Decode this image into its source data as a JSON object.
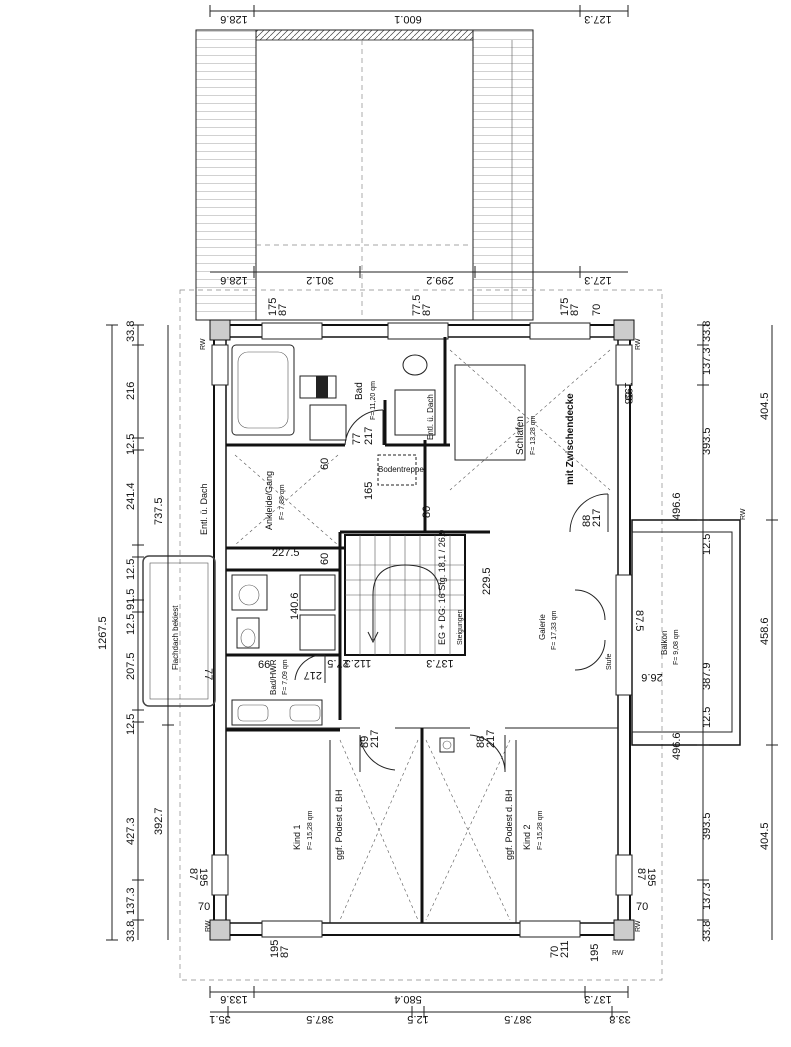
{
  "plan": {
    "rooms": {
      "bad": {
        "name": "Bad",
        "area": "F= 11,20 qm"
      },
      "schlafen": {
        "name": "Schlafen",
        "area": "F= 13,28 qm"
      },
      "ankleide": {
        "name": "Ankleide/Gang",
        "area": "F= 7,88 qm"
      },
      "galerie": {
        "name": "Galerie",
        "area": "F= 17,33 qm"
      },
      "balkon": {
        "name": "Balkon",
        "area": "F= 9,08 qm"
      },
      "badwc": {
        "name": "Bad/HWR",
        "area": "F= 7,09 qm"
      },
      "kind1": {
        "name": "Kind 1",
        "area": "F= 15,28 qm"
      },
      "kind2": {
        "name": "Kind 2",
        "area": "F= 15,28 qm"
      }
    },
    "notes": {
      "zwischendecke": "mit Zwischendecke",
      "entl_dach_bad": "Entl. ü. Dach",
      "entl_dach_left": "Entl. ü. Dach",
      "bodentreppe": "Bodentreppe",
      "flachdach": "Flachdach bekiest",
      "podest1": "ggf. Podest d. BH",
      "podest2": "ggf. Podest d. BH",
      "stufe": "Stufe",
      "stair": "EG + DG: 16 Stg. 18,1 / 26,9",
      "stair_note": "Steigungen"
    },
    "markers": {
      "rw": "RW",
      "rw_tl": "RW",
      "rw_tr": "RW",
      "rw_bl": "RW",
      "rw_br": "RW",
      "rw_bal": "RW"
    },
    "dimensions": {
      "top": [
        "128.6",
        "600.1",
        "127.3"
      ],
      "top_lower": [
        "128.6",
        "301.2",
        "299.2",
        "127.3"
      ],
      "bottom": [
        "133.6",
        "580.4",
        "137.3"
      ],
      "bottom_lower": [
        "35.1",
        "387.5",
        "12.5",
        "387.5",
        "33.8"
      ],
      "left_outer": "1267.5",
      "left_mid": [
        "737.5",
        "392.7"
      ],
      "left_inner": [
        "33.8",
        "216",
        "12.5",
        "241.4",
        "12.5",
        "91.5",
        "12.5",
        "207.5",
        "12.5",
        "427.3",
        "137.3",
        "33.8"
      ],
      "right_inner": [
        "33.8",
        "137.3",
        "393.5",
        "496.6",
        "12.5",
        "387.9",
        "12.5",
        "496.6",
        "393.5",
        "137.3",
        "33.8"
      ],
      "right_mid": [
        "404.5",
        "458.6",
        "404.5"
      ],
      "interior": [
        "227.5",
        "229.5",
        "140.6",
        "165",
        "80",
        "60",
        "60",
        "112.3",
        "137.3",
        "27.5",
        "66",
        "26.6"
      ],
      "openings": [
        "175",
        "87",
        "77.5",
        "87",
        "175",
        "87",
        "70",
        "77",
        "217",
        "88",
        "217",
        "89",
        "217",
        "88",
        "217",
        "88",
        "195",
        "195",
        "87",
        "195",
        "87",
        "195",
        "87",
        "70",
        "70",
        "70",
        "195",
        "211",
        "87.5",
        "77",
        "217"
      ]
    }
  }
}
